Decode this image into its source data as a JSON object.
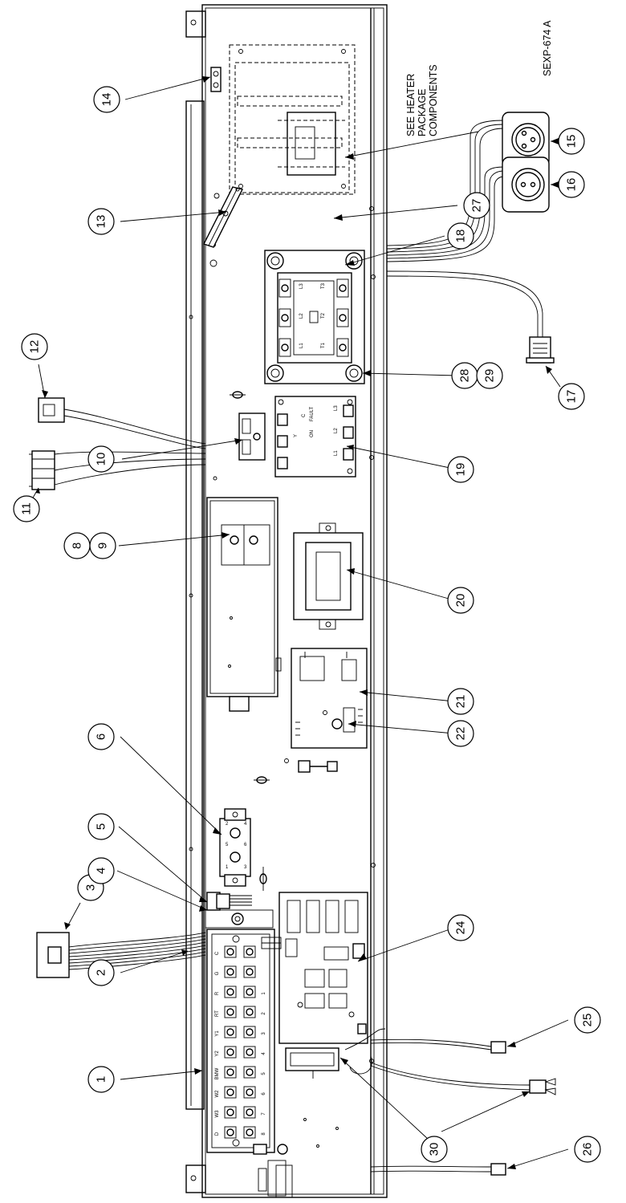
{
  "figure": {
    "drawing_id": "SEXP-674 A",
    "note_lines": [
      "SEE HEATER",
      "PACKAGE",
      "COMPONENTS"
    ]
  },
  "callouts": [
    {
      "id": "c1",
      "label": "1"
    },
    {
      "id": "c2",
      "label": "2"
    },
    {
      "id": "c3",
      "label": "3"
    },
    {
      "id": "c4",
      "label": "4"
    },
    {
      "id": "c5",
      "label": "5"
    },
    {
      "id": "c6",
      "label": "6"
    },
    {
      "id": "c8",
      "label": "8"
    },
    {
      "id": "c9",
      "label": "9"
    },
    {
      "id": "c10",
      "label": "10"
    },
    {
      "id": "c11",
      "label": "11"
    },
    {
      "id": "c12",
      "label": "12"
    },
    {
      "id": "c13",
      "label": "13"
    },
    {
      "id": "c14",
      "label": "14"
    },
    {
      "id": "c15",
      "label": "15"
    },
    {
      "id": "c16",
      "label": "16"
    },
    {
      "id": "c17",
      "label": "17"
    },
    {
      "id": "c18",
      "label": "18"
    },
    {
      "id": "c19",
      "label": "19"
    },
    {
      "id": "c20",
      "label": "20"
    },
    {
      "id": "c21",
      "label": "21"
    },
    {
      "id": "c22",
      "label": "22"
    },
    {
      "id": "c24",
      "label": "24"
    },
    {
      "id": "c25",
      "label": "25"
    },
    {
      "id": "c26",
      "label": "26"
    },
    {
      "id": "c27",
      "label": "27"
    },
    {
      "id": "c28",
      "label": "28"
    },
    {
      "id": "c29",
      "label": "29"
    },
    {
      "id": "c30",
      "label": "30"
    }
  ],
  "terminal_labels": [
    "C",
    "G",
    "R",
    "RT",
    "Y1",
    "Y2",
    "BMW",
    "W2",
    "W3",
    "D"
  ],
  "terminal_numbers": [
    "1",
    "2",
    "3",
    "4",
    "5",
    "6",
    "7",
    "8"
  ],
  "relay_block_labels": [
    "2",
    "4",
    "5",
    "1",
    "6",
    "3"
  ],
  "contactor_labels": [
    "L3",
    "L2",
    "L1",
    "T3",
    "T2",
    "T1"
  ],
  "solid_state_labels": [
    "L3",
    "L2",
    "L1",
    "Y",
    "C",
    "ON",
    "FAULT"
  ]
}
